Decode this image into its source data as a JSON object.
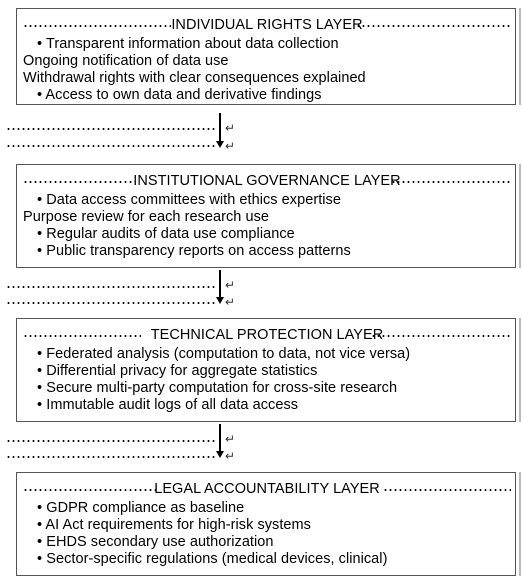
{
  "layers": [
    {
      "heading": "INDIVIDUAL RIGHTS LAYER",
      "items": [
        "Transparent information about data collection",
        "Ongoing notification of data use",
        "Withdrawal rights with clear consequences explained",
        "Access to own data and derivative findings"
      ]
    },
    {
      "heading": "INSTITUTIONAL GOVERNANCE LAYER",
      "items": [
        "Data access committees with ethics expertise",
        "Purpose review for each research use",
        "Regular audits of data use compliance",
        "Public transparency reports on access patterns"
      ]
    },
    {
      "heading": "TECHNICAL PROTECTION LAYER",
      "items": [
        "Federated analysis (computation to data, not vice versa)",
        "Differential privacy for aggregate statistics",
        "Secure multi-party computation for cross-site research",
        "Immutable audit logs of all data access"
      ]
    },
    {
      "heading": "LEGAL ACCOUNTABILITY LAYER",
      "items": [
        "GDPR compliance as baseline",
        "AI Act requirements for high-risk systems",
        "EHDS secondary use authorization",
        "Sector-specific regulations (medical devices, clinical)"
      ]
    }
  ],
  "symbols": {
    "bullet": "•",
    "return_mark": "↵"
  }
}
